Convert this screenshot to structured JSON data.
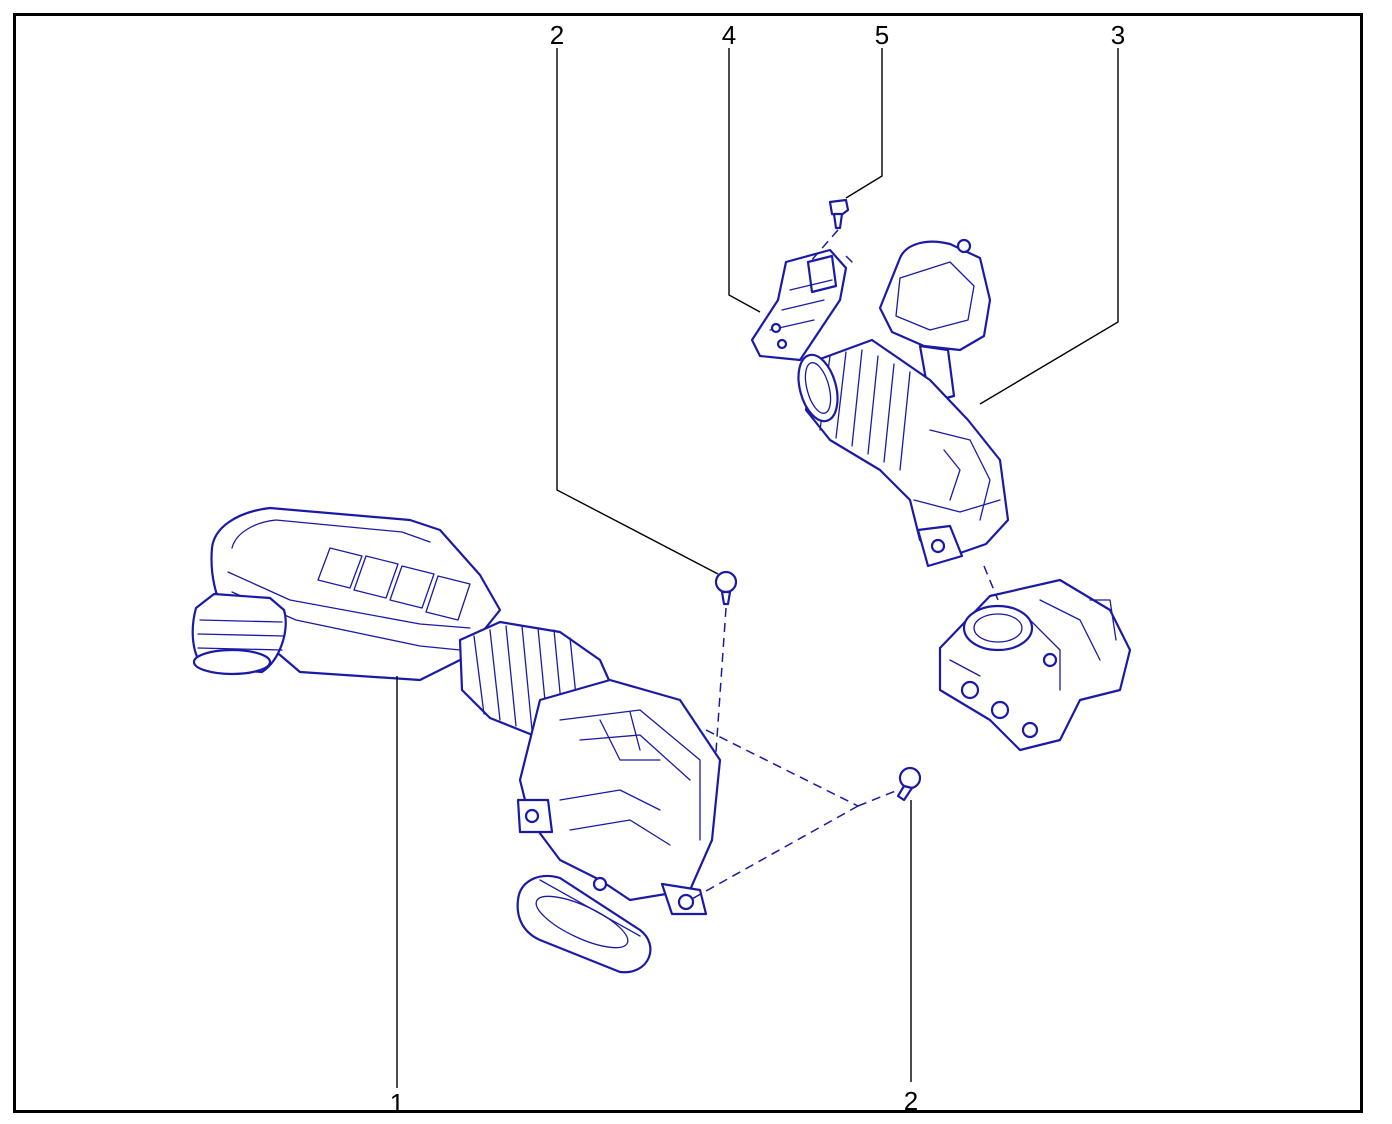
{
  "colors": {
    "line_art": "#1a1aa6",
    "labels": "#000000",
    "frame": "#000000"
  },
  "callouts": [
    {
      "id": "c1",
      "label": "1"
    },
    {
      "id": "c2a",
      "label": "2"
    },
    {
      "id": "c2b",
      "label": "2"
    },
    {
      "id": "c3",
      "label": "3"
    },
    {
      "id": "c4",
      "label": "4"
    },
    {
      "id": "c5",
      "label": "5"
    }
  ]
}
